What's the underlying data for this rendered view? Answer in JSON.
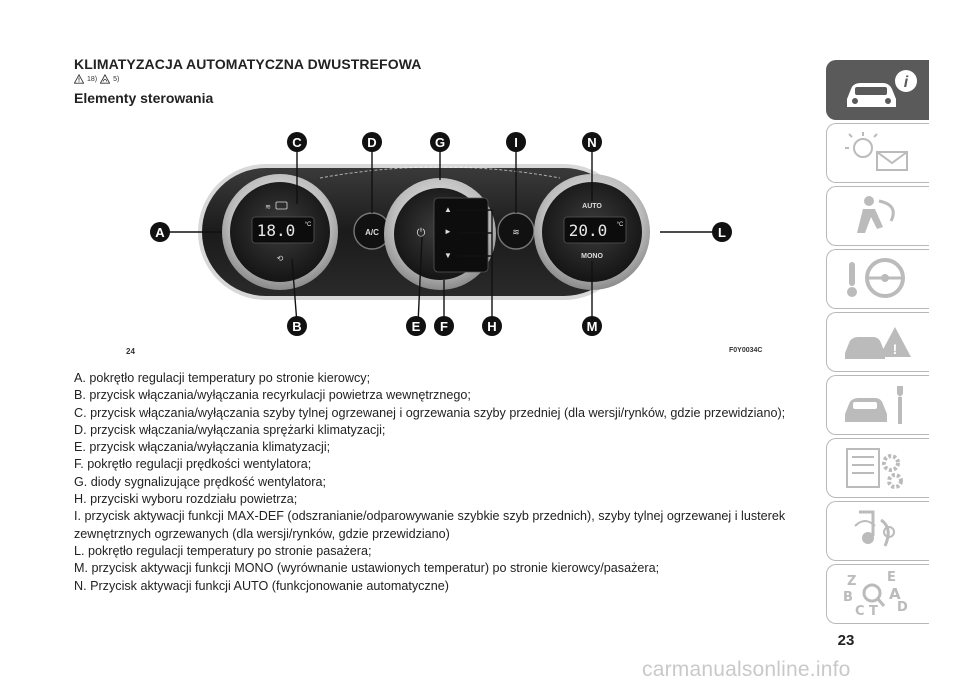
{
  "header": {
    "title": "KLIMATYZACJA AUTOMATYCZNA DWUSTREFOWA",
    "warn_ref_1": "18)",
    "warn_ref_2": "5)",
    "subtitle": "Elementy sterowania"
  },
  "figure": {
    "number": "24",
    "code": "F0Y0034C",
    "callouts": [
      "A",
      "B",
      "C",
      "D",
      "E",
      "F",
      "G",
      "H",
      "I",
      "L",
      "M",
      "N"
    ],
    "display_left": "18.0",
    "display_right": "20.0",
    "display_unit": "°C",
    "button_ac": "A/C",
    "button_auto": "AUTO",
    "button_mono": "MONO"
  },
  "legend": [
    "A. pokrętło regulacji temperatury po stronie kierowcy;",
    "B. przycisk włączania/wyłączania recyrkulacji powietrza wewnętrznego;",
    "C. przycisk włączania/wyłączania szyby tylnej ogrzewanej i ogrzewania szyby przedniej (dla wersji/rynków, gdzie przewidziano);",
    "D. przycisk włączania/wyłączania sprężarki klimatyzacji;",
    "E. przycisk włączania/wyłączania klimatyzacji;",
    "F. pokrętło regulacji prędkości wentylatora;",
    "G. diody sygnalizujące prędkość wentylatora;",
    "H. przyciski wyboru rozdziału powietrza;",
    "I. przycisk aktywacji funkcji MAX-DEF (odszranianie/odparowywanie szybkie szyb przednich), szyby tylnej ogrzewanej i lusterek zewnętrznych ogrzewanych (dla wersji/rynków, gdzie przewidziano)",
    "L. pokrętło regulacji temperatury po stronie pasażera;",
    "M. przycisk aktywacji funkcji MONO (wyrównanie ustawionych temperatur) po stronie kierowcy/pasażera;",
    "N. Przycisk aktywacji funkcji AUTO (funkcjonowanie automatyczne)"
  ],
  "page_number": "23",
  "watermark": "carmanualsonline.info",
  "side_tabs": [
    {
      "icon": "car-info-icon",
      "active": true
    },
    {
      "icon": "warning-lights-icon",
      "active": false
    },
    {
      "icon": "safety-airbag-icon",
      "active": false
    },
    {
      "icon": "steering-start-icon",
      "active": false
    },
    {
      "icon": "emergency-icon",
      "active": false
    },
    {
      "icon": "maintenance-icon",
      "active": false
    },
    {
      "icon": "technical-data-icon",
      "active": false
    },
    {
      "icon": "multimedia-icon",
      "active": false
    },
    {
      "icon": "index-icon",
      "active": false
    }
  ]
}
